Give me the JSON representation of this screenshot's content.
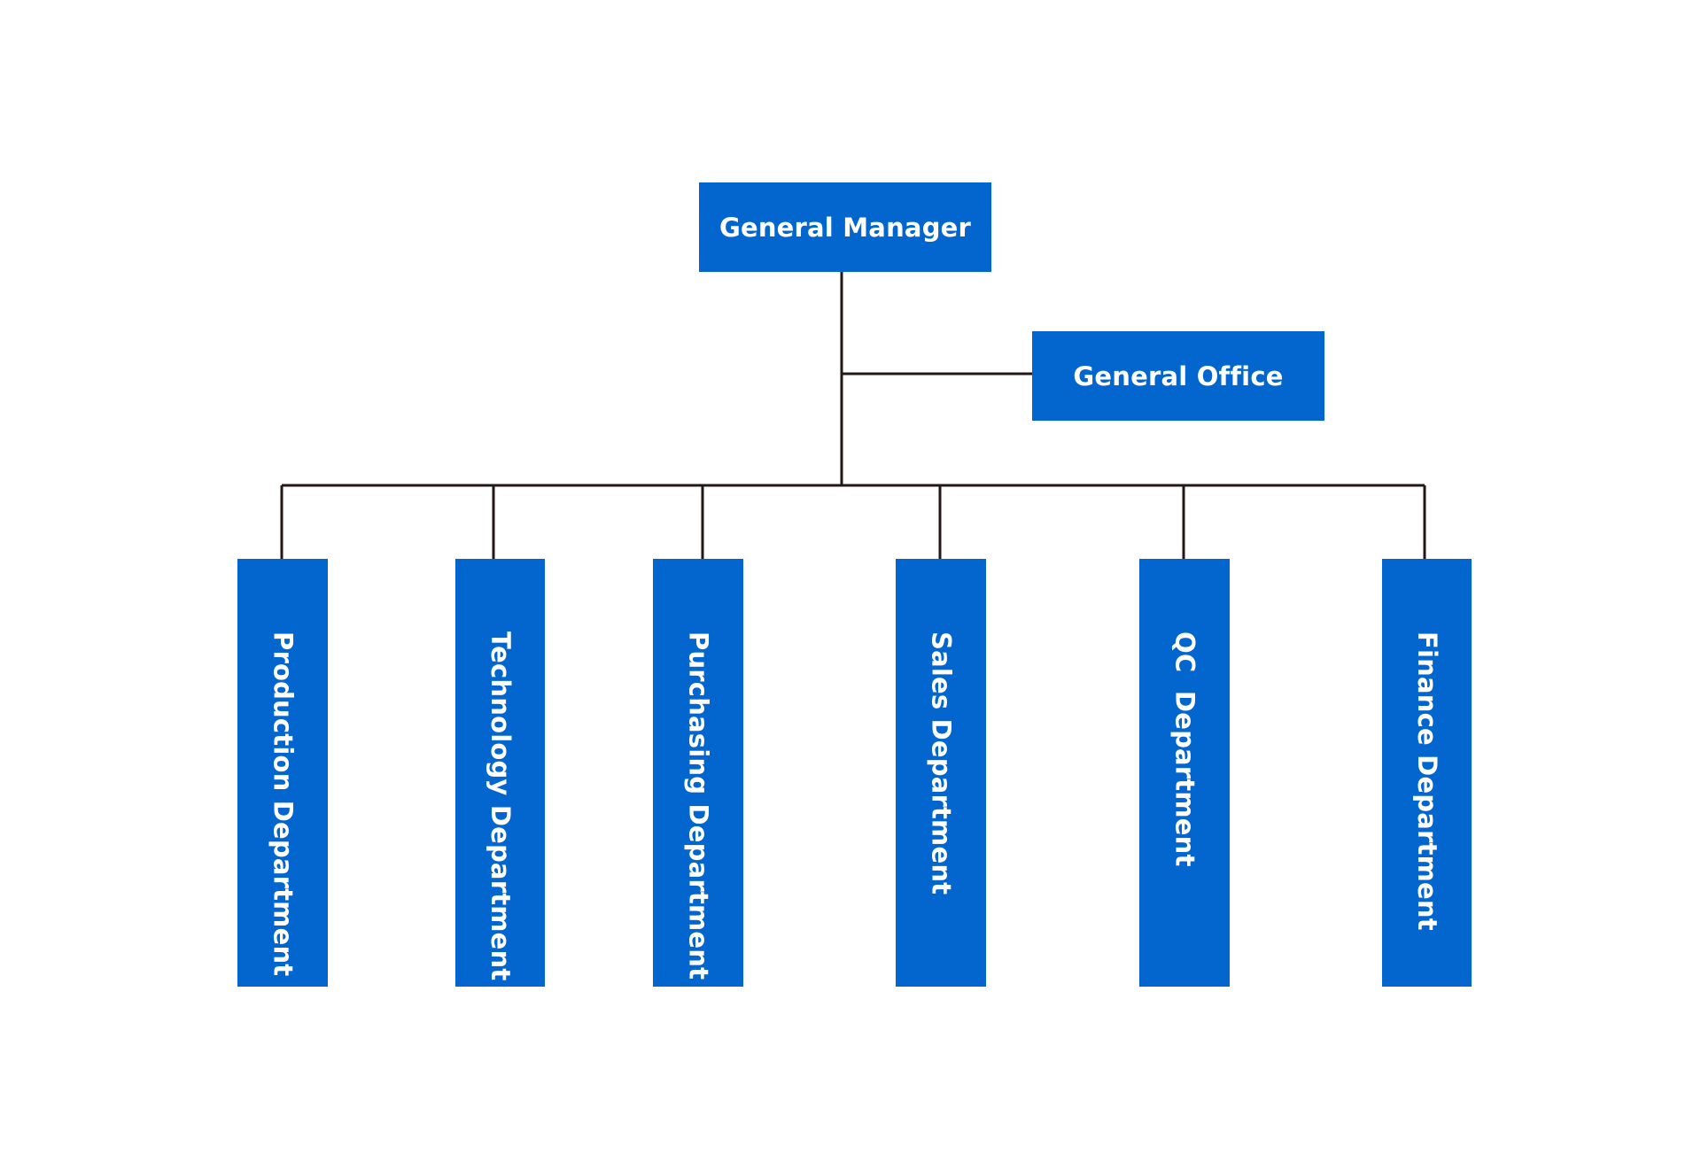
{
  "chart": {
    "root": {
      "label": "General Manager"
    },
    "staff": {
      "label": "General Office"
    },
    "departments": [
      {
        "label": "Production Department"
      },
      {
        "label": "Technology Department"
      },
      {
        "label": "Purchasing Department"
      },
      {
        "label": "Sales Department"
      },
      {
        "label": "QC  Department"
      },
      {
        "label": "Finance Department"
      }
    ]
  },
  "colors": {
    "box_fill": "#0366cf",
    "box_text": "#ffffff",
    "connector": "#231815",
    "background": "#ffffff"
  }
}
